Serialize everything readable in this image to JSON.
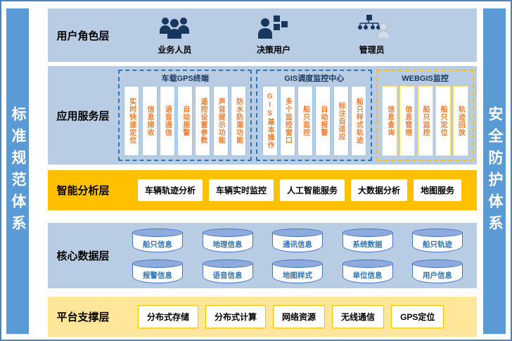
{
  "frame": {
    "left_bar": "标准规范体系",
    "right_bar": "安全防护体系"
  },
  "colors": {
    "outer_border": "#4f81bd",
    "sidebar_blue": "#5b9bd5",
    "band_blue": "#b8cce4",
    "band_gold": "#ffc000",
    "band_yellow": "#ffe699",
    "accent_orange": "#ed7d31",
    "accent_blue": "#2e74b5",
    "navy": "#17375e"
  },
  "layers": {
    "user_role": {
      "label": "用户角色层",
      "roles": [
        {
          "label": "业务人员",
          "icon": "business-users-icon"
        },
        {
          "label": "决策用户",
          "icon": "decision-users-icon"
        },
        {
          "label": "管理员",
          "icon": "admin-user-icon"
        }
      ]
    },
    "application_service": {
      "label": "应用服务层",
      "groups": [
        {
          "title": "车载GPS终端",
          "items": [
            "实时快速定位",
            "信息接收",
            "语音通信",
            "自动报警",
            "遥控设置参数",
            "声音提示功能",
            "防水防潮功能"
          ]
        },
        {
          "title": "GIS调度监控中心",
          "items": [
            "GIS基本操作",
            "多个监控窗口",
            "船只监控",
            "自动报警",
            "标注自适应",
            "船只样式轨迹"
          ]
        },
        {
          "title": "WEBGIS监控",
          "items": [
            "信息查询",
            "信息管理",
            "船只监控",
            "船只定位",
            "轨迹回放"
          ]
        }
      ]
    },
    "intelligent_analysis": {
      "label": "智能分析层",
      "items": [
        "车辆轨迹分析",
        "车辆实时监控",
        "人工智能服务",
        "大数据分析",
        "地图服务"
      ]
    },
    "core_data": {
      "label": "核心数据层",
      "rows": [
        [
          "船只信息",
          "地理信息",
          "通讯信息",
          "系统数据",
          "船只轨迹"
        ],
        [
          "报警信息",
          "语音信息",
          "地图样式",
          "单位信息",
          "用户信息"
        ]
      ]
    },
    "platform_support": {
      "label": "平台支撑层",
      "items": [
        "分布式存储",
        "分布式计算",
        "网络资源",
        "无线通信",
        "GPS定位"
      ]
    }
  }
}
